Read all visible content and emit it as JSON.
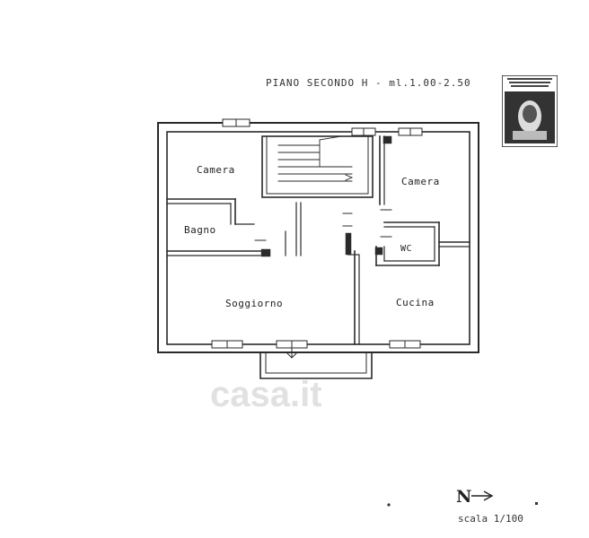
{
  "header": {
    "title": "PIANO SECONDO  H - ml.1.00-2.50"
  },
  "stamp": {
    "text_top": "CASSA NAZIONALE DI PREVIDENZA E ASSISTENZA GEOMETRI"
  },
  "rooms": {
    "camera_left": "Camera",
    "camera_right": "Camera",
    "bagno": "Bagno",
    "wc": "WC",
    "soggiorno": "Soggiorno",
    "cucina": "Cucina"
  },
  "north": {
    "letter": "N"
  },
  "scale": {
    "label": "scala 1/100"
  },
  "watermark": {
    "text": "casa.it"
  },
  "colors": {
    "wall": "#2a2a2a",
    "background": "#ffffff"
  }
}
